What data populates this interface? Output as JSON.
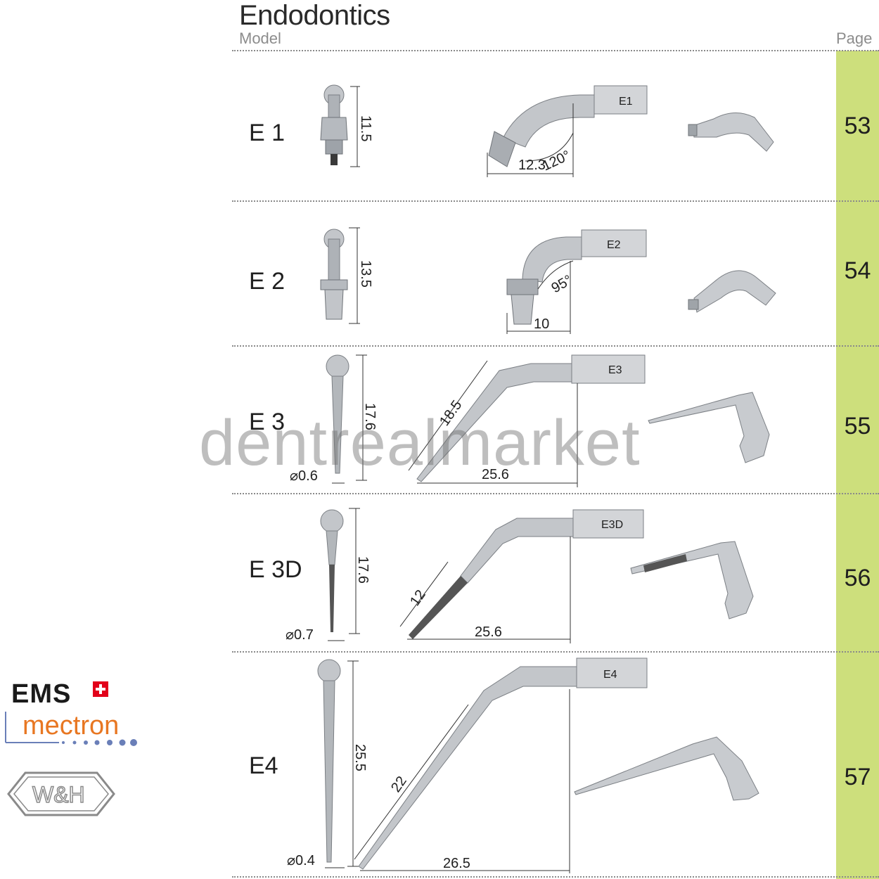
{
  "header": {
    "title": "Endodontics",
    "model_col": "Model",
    "page_col": "Page"
  },
  "rows": [
    {
      "model": "E 1",
      "page": "53",
      "dims": {
        "height": "11.5",
        "angle": "120°",
        "length": "12.3"
      },
      "tip_label": "E1"
    },
    {
      "model": "E 2",
      "page": "54",
      "dims": {
        "height": "13.5",
        "angle": "95°",
        "length": "10"
      },
      "tip_label": "E2"
    },
    {
      "model": "E 3",
      "page": "55",
      "dims": {
        "height": "17.6",
        "diameter": "⌀0.6",
        "slant": "18.5",
        "length": "25.6"
      },
      "tip_label": "E3"
    },
    {
      "model": "E 3D",
      "page": "56",
      "dims": {
        "height": "17.6",
        "diameter": "⌀0.7",
        "slant": "12",
        "length": "25.6"
      },
      "tip_label": "E3D"
    },
    {
      "model": "E4",
      "page": "57",
      "dims": {
        "height": "25.5",
        "diameter": "⌀0.4",
        "slant": "22",
        "length": "26.5"
      },
      "tip_label": "E4"
    }
  ],
  "brands": {
    "ems": "EMS",
    "mectron": "mectron",
    "wh": "W&H"
  },
  "watermark": "dentrealmarket",
  "colors": {
    "page_column": "#cddf7c",
    "metal": "#b9bcc0",
    "brand_red": "#e2001a",
    "mectron_orange": "#e87722"
  }
}
